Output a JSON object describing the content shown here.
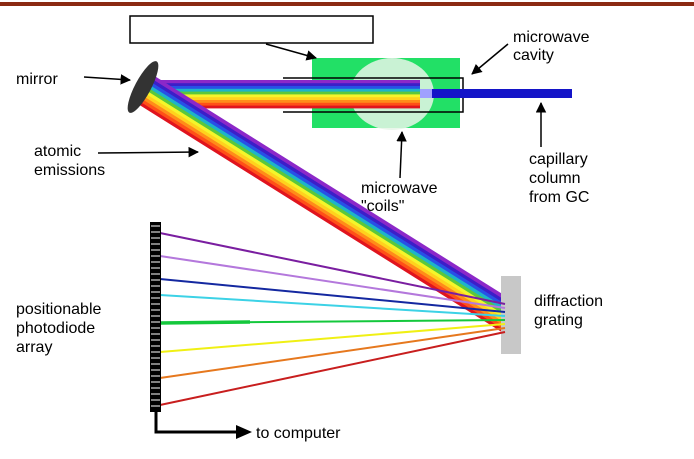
{
  "header": {
    "rule_color": "#8b2a12",
    "empty_title_box": ""
  },
  "labels": {
    "mirror": "mirror",
    "microwave_cavity": [
      "microwave",
      "cavity"
    ],
    "atomic_emissions": [
      "atomic",
      "emissions"
    ],
    "microwave_coils": [
      "microwave",
      "\"coils\""
    ],
    "capillary_column": [
      "capillary",
      "column",
      "from GC"
    ],
    "positionable_photodiode_array": [
      "positionable",
      "photodiode",
      "array"
    ],
    "diffraction_grating": [
      "diffraction",
      "grating"
    ],
    "to_computer": "to computer"
  },
  "colors": {
    "spectrum": [
      "#e0141e",
      "#ff5018",
      "#ff8c1a",
      "#ffd21e",
      "#f5f52a",
      "#5ac83c",
      "#1eb4c8",
      "#2850e6",
      "#3c1ec8",
      "#8c28c8"
    ],
    "cavity_green": "#22e066",
    "capillary_blue": "#1414c8",
    "coil_glow": "#e6f5e8",
    "mirror_dark": "#333333",
    "grating_gray": "#c8c8c8",
    "detector_black": "#000000"
  },
  "dispersed_rays": [
    {
      "name": "violet",
      "color": "#7a1ea0"
    },
    {
      "name": "lavender",
      "color": "#b478dc"
    },
    {
      "name": "navy",
      "color": "#1428a0"
    },
    {
      "name": "cyan",
      "color": "#3cd2e6"
    },
    {
      "name": "green",
      "color": "#14c83c"
    },
    {
      "name": "yellow",
      "color": "#f0f014"
    },
    {
      "name": "orange",
      "color": "#e6781e"
    },
    {
      "name": "red",
      "color": "#c81e1e"
    },
    {
      "name": "dark-red",
      "color": "#aa1414"
    }
  ]
}
